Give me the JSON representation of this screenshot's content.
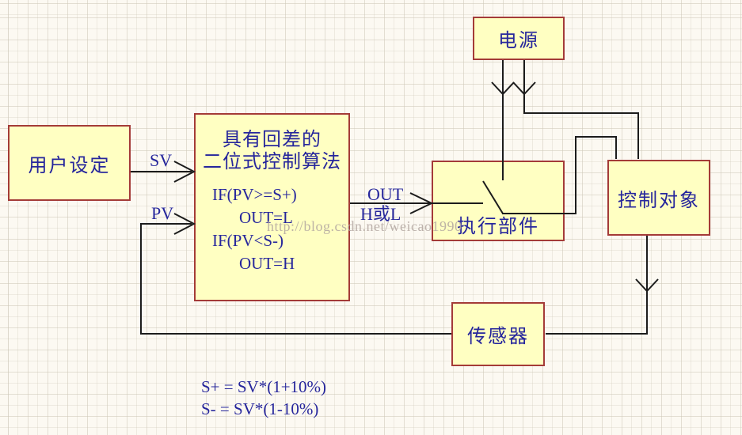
{
  "diagram": {
    "nodes": {
      "user_setting": {
        "label": "用户设定"
      },
      "power": {
        "label": "电源"
      },
      "actuator": {
        "label": "执行部件"
      },
      "controlled_object": {
        "label": "控制对象"
      },
      "sensor": {
        "label": "传感器"
      },
      "algorithm": {
        "title_line1": "具有回差的",
        "title_line2": "二位式控制算法",
        "code": [
          "IF(PV>=S+)",
          "OUT=L",
          "IF(PV<S-)",
          "OUT=H"
        ]
      }
    },
    "edge_labels": {
      "sv": "SV",
      "pv": "PV",
      "out": "OUT",
      "h_or_l": "H或L"
    },
    "formulas": {
      "s_plus": "S+ = SV*(1+10%)",
      "s_minus": "S- = SV*(1-10%)"
    },
    "watermark": "http://blog.csdn.net/weicao1990",
    "colors": {
      "box_fill": "#FFFFC2",
      "box_border": "#A43B38",
      "text": "#26269C",
      "wire": "#1C1C1C",
      "background": "#FCF9F2"
    }
  }
}
